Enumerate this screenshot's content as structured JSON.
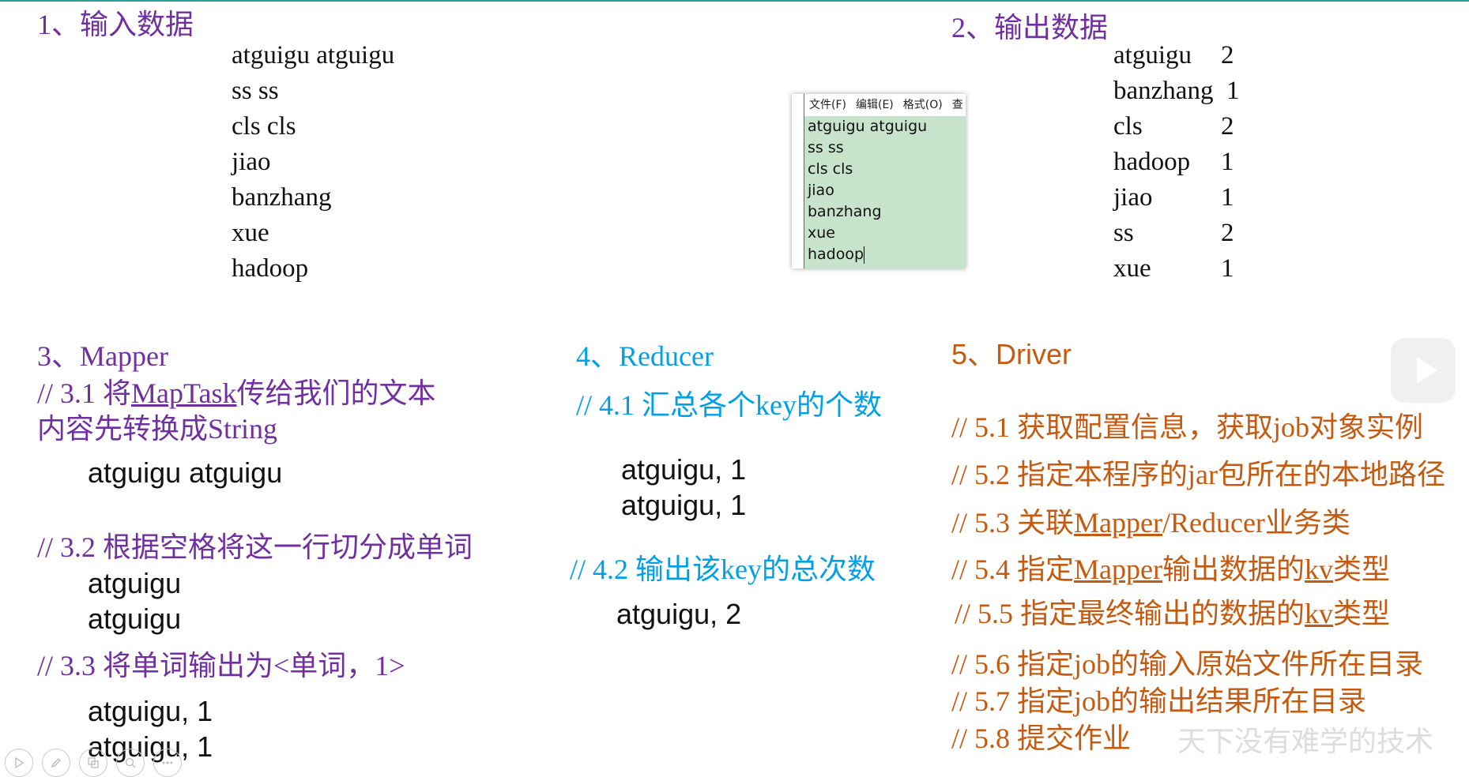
{
  "section1": {
    "title": "1、输入数据",
    "lines": [
      "atguigu atguigu",
      "ss ss",
      "cls cls",
      "jiao",
      "banzhang",
      "xue",
      "hadoop"
    ]
  },
  "notepad": {
    "menu": [
      "文件(F)",
      "编辑(E)",
      "格式(O)",
      "查"
    ],
    "lines": [
      "atguigu atguigu",
      "ss ss",
      "cls cls",
      "jiao",
      "banzhang",
      "xue",
      "hadoop"
    ]
  },
  "section2": {
    "title": "2、输出数据",
    "rows": [
      {
        "word": "atguigu",
        "count": "2"
      },
      {
        "word": "banzhang",
        "count": "1"
      },
      {
        "word": "cls",
        "count": "2"
      },
      {
        "word": "hadoop",
        "count": "1"
      },
      {
        "word": "jiao",
        "count": "1"
      },
      {
        "word": "ss",
        "count": "2"
      },
      {
        "word": "xue",
        "count": "1"
      }
    ]
  },
  "section3": {
    "title": "3、Mapper",
    "c31a": "//  3.1  将",
    "c31b": "MapTask",
    "c31c": "传给我们的文本",
    "c31d": "内容先转换成String",
    "ex1": "atguigu atguigu",
    "c32": "// 3.2 根据空格将这一行切分成单词",
    "ex2": [
      "atguigu",
      "atguigu"
    ],
    "c33": "// 3.3 将单词输出为<单词，1>",
    "ex3": [
      "atguigu, 1",
      "atguigu, 1"
    ]
  },
  "section4": {
    "title": "4、Reducer",
    "c41": "// 4.1 汇总各个key的个数",
    "ex1": [
      "atguigu, 1",
      "atguigu, 1"
    ],
    "c42": "// 4.2  输出该key的总次数",
    "ex2": "atguigu, 2"
  },
  "section5": {
    "title": "5、Driver",
    "l1": "// 5.1 获取配置信息，获取job对象实例",
    "l2": "// 5.2 指定本程序的jar包所在的本地路径",
    "l3a": "// 5.3 关联",
    "l3b": "Mapper",
    "l3c": "/Reducer业务类",
    "l4a": "// 5.4 指定",
    "l4b": "Mapper",
    "l4c": "输出数据的",
    "l4d": "kv",
    "l4e": "类型",
    "l5a": "// 5.5 指定最终输出的数据的",
    "l5b": "kv",
    "l5c": "类型",
    "l6": "// 5.6 指定job的输入原始文件所在目录",
    "l7": "// 5.7  指定job的输出结果所在目录",
    "l8": "// 5.8 提交作业"
  },
  "watermark": "天下没有难学的技术",
  "colors": {
    "purple": "#7030a0",
    "blue": "#00a0e9",
    "orange": "#c55a11"
  },
  "toolbar": [
    "play-icon",
    "pen-icon",
    "slides-icon",
    "zoom-icon",
    "more-icon"
  ]
}
